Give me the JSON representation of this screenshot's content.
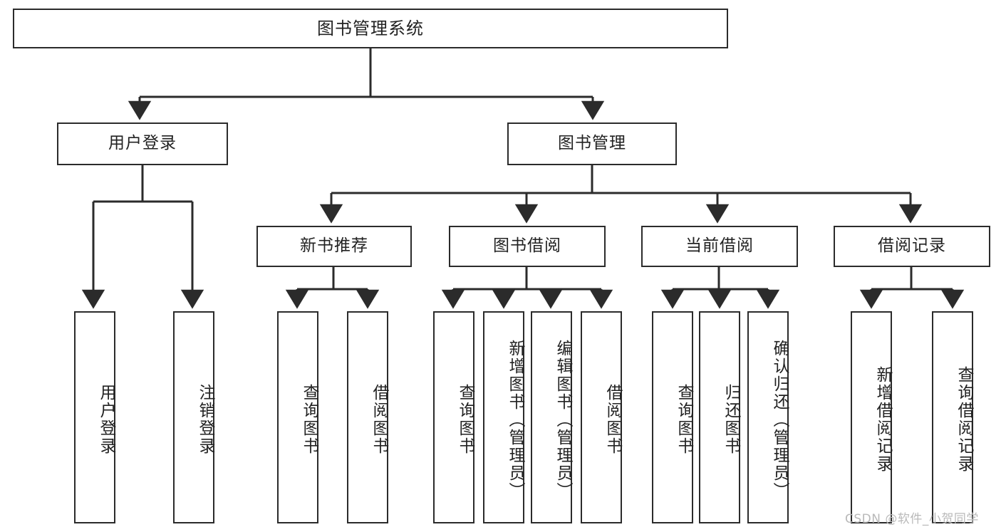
{
  "diagram": {
    "title": "图书管理系统",
    "type": "hierarchy-tree",
    "levels": 4,
    "level1": [
      {
        "label": "用户登录"
      },
      {
        "label": "图书管理"
      }
    ],
    "level2": [
      {
        "label": "新书推荐"
      },
      {
        "label": "图书借阅"
      },
      {
        "label": "当前借阅"
      },
      {
        "label": "借阅记录"
      }
    ],
    "leaves": {
      "user_login": [
        {
          "label": "用户登录"
        },
        {
          "label": "注销登录"
        }
      ],
      "new_book_recommend": [
        {
          "label": "查询图书"
        },
        {
          "label": "借阅图书"
        }
      ],
      "book_borrow": [
        {
          "label": "查询图书"
        },
        {
          "label": "新增图书（管理员）"
        },
        {
          "label": "编辑图书（管理员）"
        },
        {
          "label": "借阅图书"
        }
      ],
      "current_borrow": [
        {
          "label": "查询图书"
        },
        {
          "label": "归还图书"
        },
        {
          "label": "确认归还（管理员）"
        }
      ],
      "borrow_record": [
        {
          "label": "新增借阅记录"
        },
        {
          "label": "查询借阅记录"
        }
      ]
    },
    "watermark": "CSDN @软件_小贺同学",
    "colors": {
      "stroke": "#2b2b2b",
      "fill": "#ffffff",
      "text": "#222222",
      "watermark": "#b9b9b9"
    }
  }
}
